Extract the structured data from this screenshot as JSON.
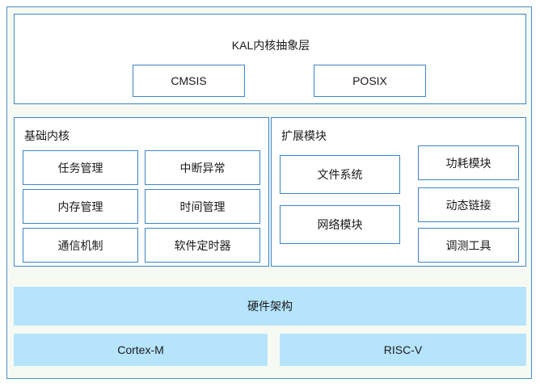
{
  "diagram": {
    "title": "KAL内核抽象层",
    "colors": {
      "border": "#3d85c8",
      "frame_border": "#4a8fd0",
      "page_background": "#f6faf3",
      "box_background": "#ffffff",
      "hardware_fill": "#b5e4fb",
      "text": "#1a1a1a"
    },
    "layers": [
      {
        "name": "kal",
        "label": "KAL内核抽象层",
        "items": [
          {
            "label": "CMSIS"
          },
          {
            "label": "POSIX"
          }
        ]
      },
      {
        "name": "kernel",
        "label": "基础内核",
        "items": [
          {
            "label": "任务管理"
          },
          {
            "label": "中断异常"
          },
          {
            "label": "内存管理"
          },
          {
            "label": "时间管理"
          },
          {
            "label": "通信机制"
          },
          {
            "label": "软件定时器"
          }
        ]
      },
      {
        "name": "extension",
        "label": "扩展模块",
        "primary_items": [
          {
            "label": "文件系统"
          },
          {
            "label": "网络模块"
          }
        ],
        "secondary_items": [
          {
            "label": "功耗模块"
          },
          {
            "label": "动态链接"
          },
          {
            "label": "调测工具"
          }
        ]
      },
      {
        "name": "hardware",
        "label": "硬件架构",
        "items": [
          {
            "label": "Cortex-M"
          },
          {
            "label": "RISC-V"
          }
        ]
      }
    ]
  }
}
